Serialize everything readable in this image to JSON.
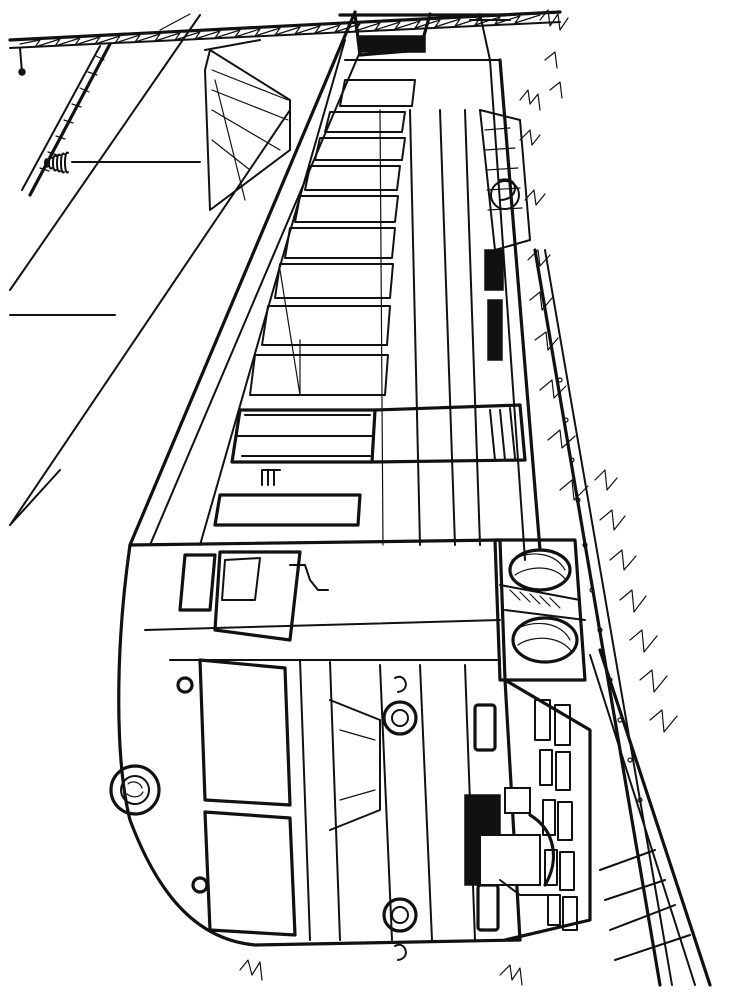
{
  "illustration": {
    "subject": "electric-train-locomotive",
    "style": "black-ink-line-art",
    "orientation": "rotated-90-clockwise",
    "colors": {
      "ink": "#111111",
      "paper": "#ffffff"
    }
  }
}
